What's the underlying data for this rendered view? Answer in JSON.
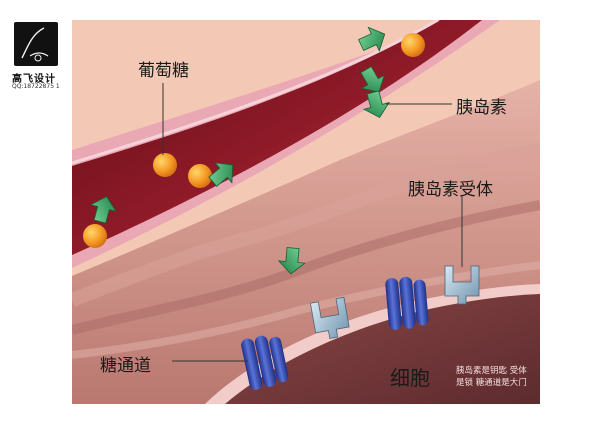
{
  "logo": {
    "title": "高飞设计",
    "qq": "QQ:18722875 1"
  },
  "labels": {
    "glucose": "葡萄糖",
    "insulin": "胰岛素",
    "insulin_receptor": "胰岛素受体",
    "glucose_channel": "糖通道",
    "cell": "细胞"
  },
  "caption": {
    "line1": "胰岛素是钥匙  受体",
    "line2": "是锁  糖通道是大门"
  },
  "colors": {
    "background_skin": "#f2c7b3",
    "blood_vessel": "#7a1420",
    "vessel_wall": "#e7a6b3",
    "tissue": "#c98f86",
    "cell_body": "#7a3f3f",
    "glucose": "#f09a2a",
    "insulin": "#2f9a5b",
    "channel": "#3b4fb0",
    "receptor": "#8fb0c7"
  }
}
